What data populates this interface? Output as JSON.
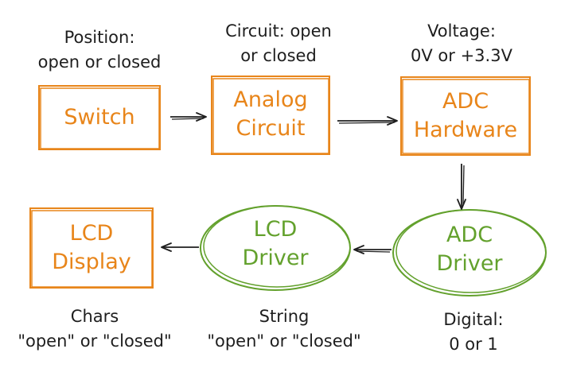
{
  "colors": {
    "hardware": "#e8851a",
    "software": "#63a12d",
    "ink": "#1e1e1e"
  },
  "nodes": {
    "switch": {
      "lines": [
        "Switch"
      ]
    },
    "analog": {
      "lines": [
        "Analog",
        "Circuit"
      ]
    },
    "adc_hw": {
      "lines": [
        "ADC",
        "Hardware"
      ]
    },
    "adc_driver": {
      "lines": [
        "ADC",
        "Driver"
      ]
    },
    "lcd_driver": {
      "lines": [
        "LCD",
        "Driver"
      ]
    },
    "lcd_display": {
      "lines": [
        "LCD",
        "Display"
      ]
    }
  },
  "captions": {
    "position": [
      "Position:",
      "open or closed"
    ],
    "circuit": [
      "Circuit: open",
      "or closed"
    ],
    "voltage": [
      "Voltage:",
      "0V or +3.3V"
    ],
    "digital": [
      "Digital:",
      "0 or 1"
    ],
    "string": [
      "String",
      "\"open\" or \"closed\""
    ],
    "chars": [
      "Chars",
      "\"open\" or \"closed\""
    ]
  }
}
